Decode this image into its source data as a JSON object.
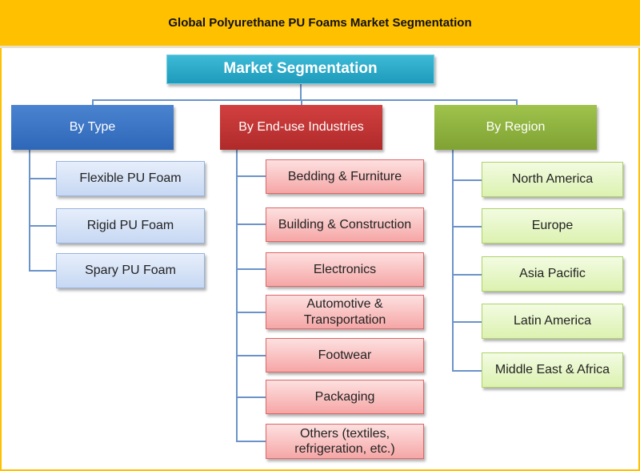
{
  "title": "Global Polyurethane PU Foams Market Segmentation",
  "root": "Market Segmentation",
  "categories": [
    {
      "label": "By Type",
      "items": [
        "Flexible PU Foam",
        "Rigid PU Foam",
        "Spary PU Foam"
      ]
    },
    {
      "label": "By End-use Industries",
      "items": [
        "Bedding & Furniture",
        "Building & Construction",
        "Electronics",
        "Automotive & Transportation",
        "Footwear",
        "Packaging",
        "Others (textiles, refrigeration, etc.)"
      ]
    },
    {
      "label": "By Region",
      "items": [
        "North America",
        "Europe",
        "Asia Pacific",
        "Latin America",
        "Middle East & Africa"
      ]
    }
  ],
  "colors": {
    "title_bar": "#FFC000",
    "root": "#2AAAC9",
    "type": "#3A75C4",
    "end_use": "#C03535",
    "region": "#8EB23F"
  }
}
